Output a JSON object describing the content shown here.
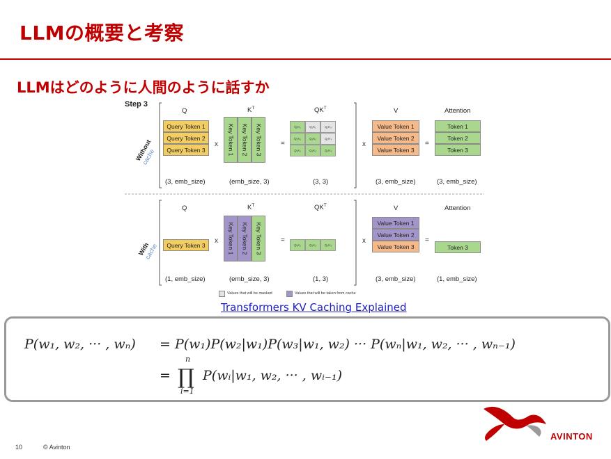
{
  "slide": {
    "title": "LLMの概要と考察",
    "subtitle": "LLMはどのように人間のように話すか",
    "page_number": "10",
    "copyright": "© Avinton",
    "brand": "AVINTON",
    "accent_color": "#c00000"
  },
  "diagram": {
    "step": "Step 3",
    "headers": {
      "q": "Q",
      "kt": "K",
      "kt_sup": "T",
      "qkt": "QK",
      "qkt_sup": "T",
      "v": "V",
      "attention": "Attention"
    },
    "without": {
      "row_label": "Without",
      "row_sub": "cache",
      "q_tokens": [
        "Query Token 1",
        "Query Token 2",
        "Query Token 3"
      ],
      "k_tokens": [
        "Key Token 1",
        "Key Token 2",
        "Key Token 3"
      ],
      "qk_cells": [
        "Q₁K₁",
        "Q₁K₂",
        "Q₁K₃",
        "Q₂K₁",
        "Q₂K₂",
        "Q₂K₃",
        "Q₃K₁",
        "Q₃K₂",
        "Q₃K₃"
      ],
      "v_tokens": [
        "Value Token 1",
        "Value Token 2",
        "Value Token 3"
      ],
      "att_tokens": [
        "Token 1",
        "Token 2",
        "Token 3"
      ],
      "shapes": [
        "(3, emb_size)",
        "(emb_size, 3)",
        "(3, 3)",
        "(3, emb_size)",
        "(3, emb_size)"
      ]
    },
    "with": {
      "row_label": "With",
      "row_sub": "cache",
      "q_tokens": [
        "Query Token 3"
      ],
      "k_tokens": [
        "Key Token 1",
        "Key Token 2",
        "Key Token 3"
      ],
      "qk_cells": [
        "Q₃K₁",
        "Q₃K₂",
        "Q₃K₃"
      ],
      "v_tokens": [
        "Value Token 1",
        "Value Token 2",
        "Value Token 3"
      ],
      "att_tokens": [
        "Token 3"
      ],
      "shapes": [
        "(1, emb_size)",
        "(emb_size, 3)",
        "(1, 3)",
        "(3, emb_size)",
        "(1, emb_size)"
      ]
    },
    "ops": {
      "mul": "x",
      "eq": "="
    },
    "legend": {
      "masked": "Values that will be masked",
      "cached": "Values that will be taken from cache"
    },
    "colors": {
      "query": "#f3cd62",
      "key": "#a9d78e",
      "value": "#f5b98a",
      "attention": "#a9d78e",
      "cache": "#a394c9"
    }
  },
  "link": {
    "text": "Transformers KV Caching Explained"
  },
  "formula": {
    "line1_lhs": "P(w₁, w₂, ··· , wₙ)",
    "line1_rhs": "= P(w₁)P(w₂|w₁)P(w₃|w₁, w₂) ··· P(wₙ|w₁, w₂, ··· , wₙ₋₁)",
    "line2_eq": "=",
    "prod_symbol": "∏",
    "prod_upper": "n",
    "prod_lower": "i=1",
    "line2_body": "P(wᵢ|w₁, w₂, ··· , wᵢ₋₁)"
  }
}
